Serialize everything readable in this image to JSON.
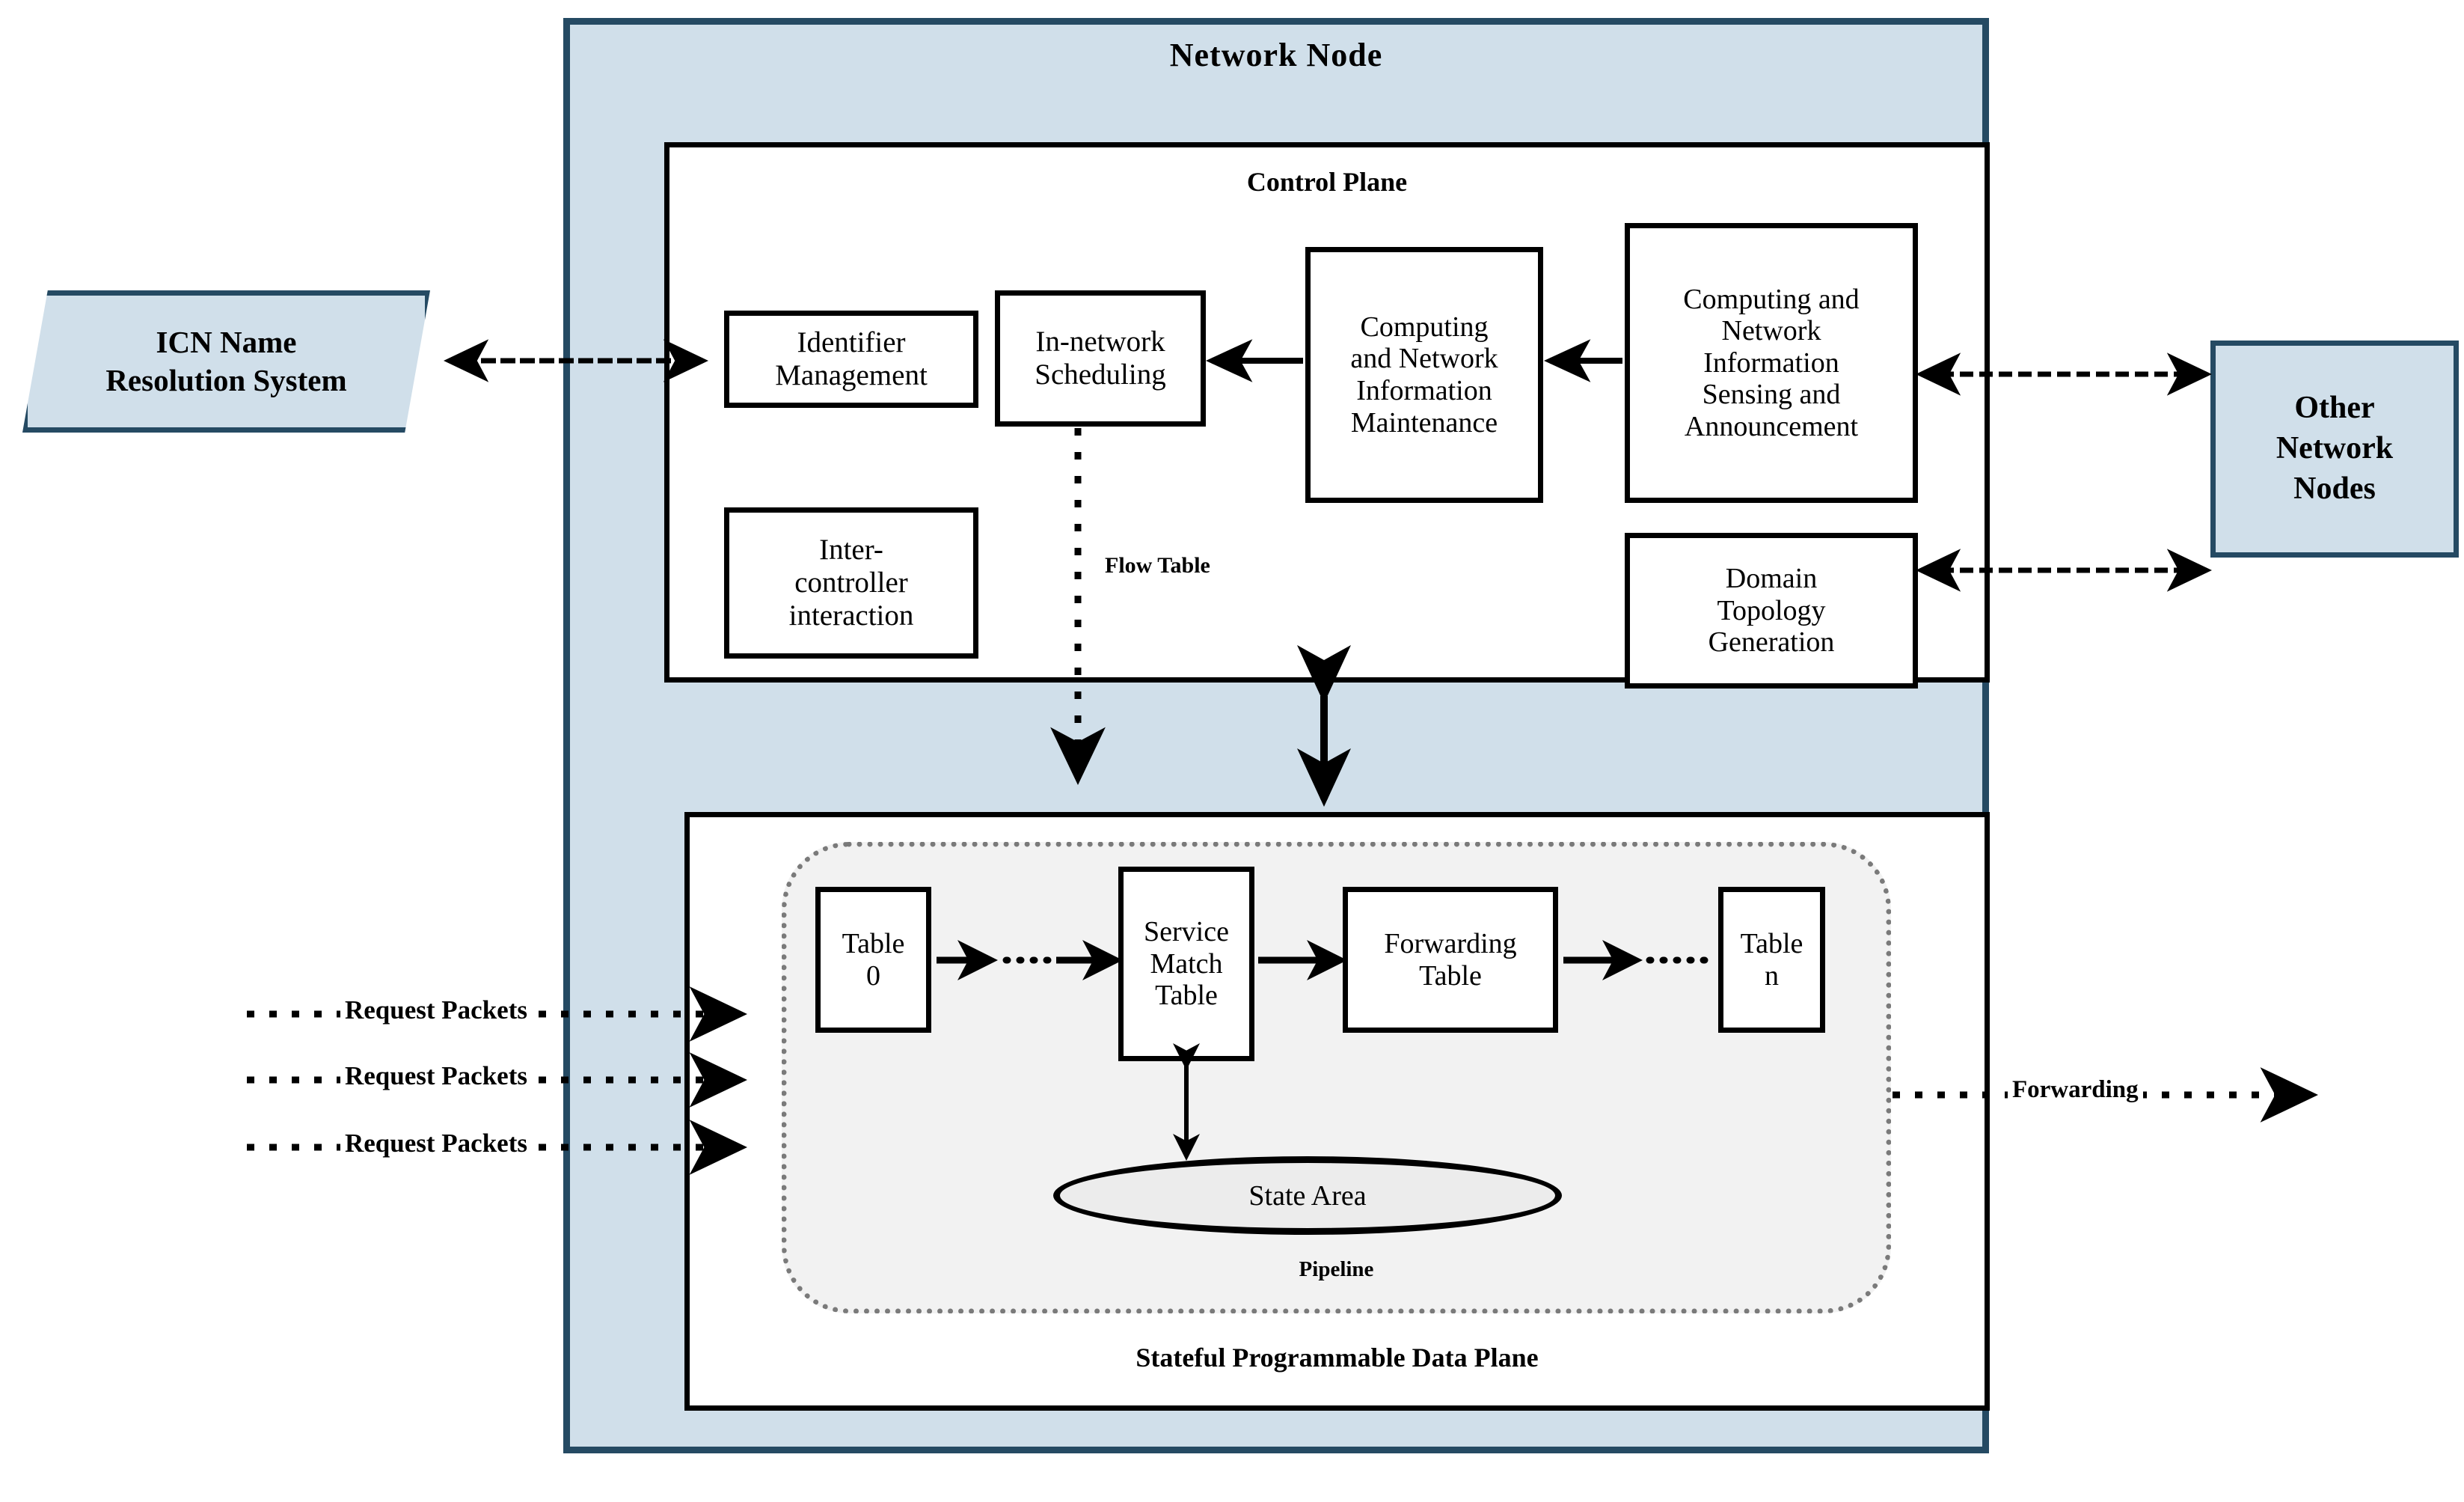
{
  "diagram": {
    "title": "Network  Node",
    "colors": {
      "node_fill": "#d0dfea",
      "node_border": "#254a63",
      "plane_fill": "#ffffff",
      "plane_border": "#000000",
      "pipeline_fill": "#f2f2f2",
      "pipeline_border": "#7a7a7a",
      "state_fill": "#ececec"
    },
    "control_plane": {
      "title": "Control Plane",
      "modules": [
        {
          "id": "identifier-management",
          "label": "Identifier\nManagement"
        },
        {
          "id": "in-network-scheduling",
          "label": "In-network\nScheduling"
        },
        {
          "id": "computing-network-info-maintenance",
          "label": "Computing\nand Network\nInformation\nMaintenance"
        },
        {
          "id": "computing-network-info-sensing",
          "label": "Computing and\nNetwork\nInformation\nSensing and\nAnnouncement"
        },
        {
          "id": "inter-controller-interaction",
          "label": "Inter-\ncontroller\ninteraction"
        },
        {
          "id": "domain-topology-generation",
          "label": "Domain\nTopology\nGeneration"
        }
      ]
    },
    "data_plane": {
      "title": "Stateful Programmable Data Plane",
      "pipeline_label": "Pipeline",
      "tables": [
        {
          "id": "table-0",
          "label": "Table\n0"
        },
        {
          "id": "service-match-table",
          "label": "Service\nMatch\nTable"
        },
        {
          "id": "forwarding-table",
          "label": "Forwarding\nTable"
        },
        {
          "id": "table-n",
          "label": "Table\nn"
        }
      ],
      "state_area": "State Area"
    },
    "external": {
      "icn": "ICN Name\nResolution System",
      "other_nodes": "Other\nNetwork\nNodes"
    },
    "connectors": {
      "flow_table": "Flow Table",
      "request_packets": [
        "Request Packets",
        "Request Packets",
        "Request Packets"
      ],
      "forwarding": "Forwarding"
    }
  }
}
